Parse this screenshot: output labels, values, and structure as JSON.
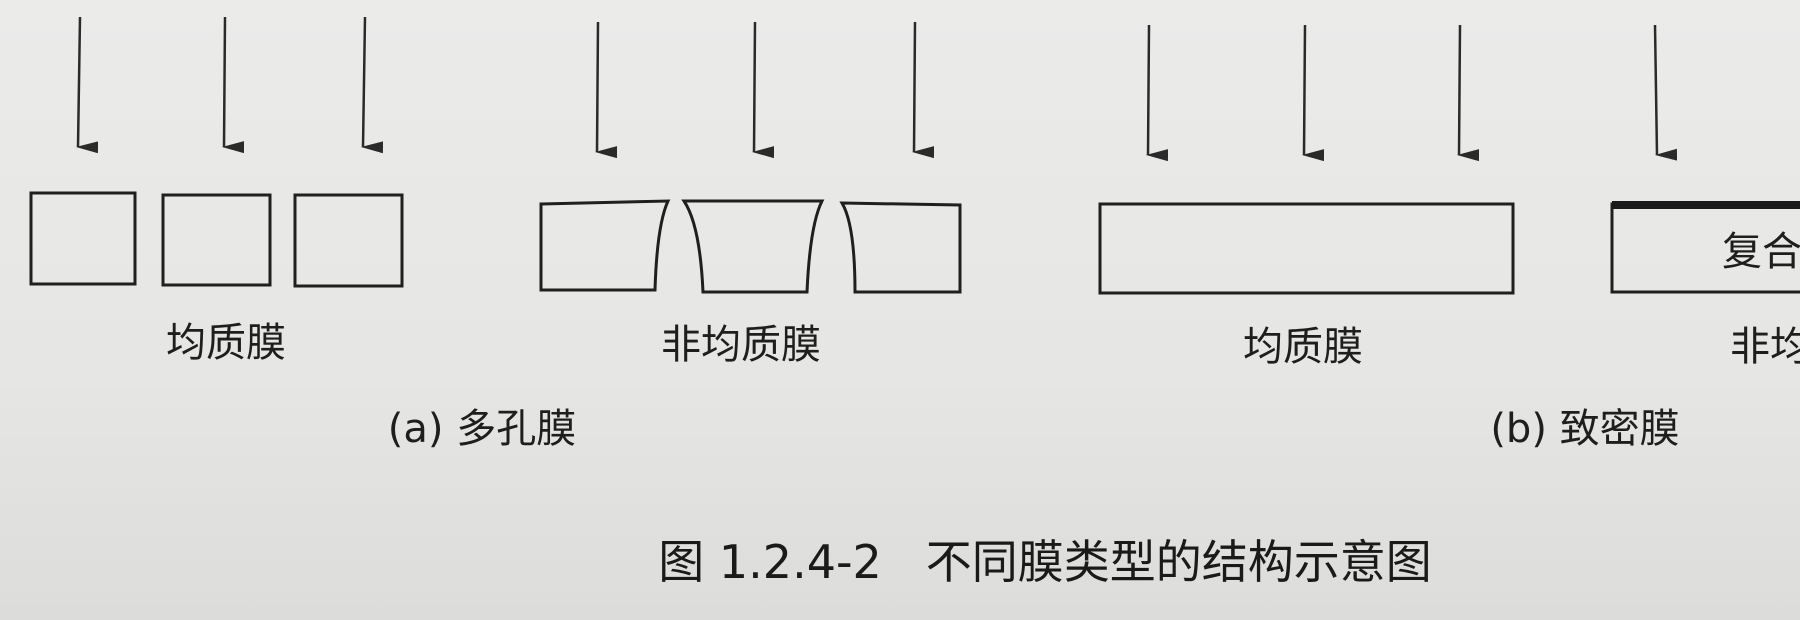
{
  "groups": {
    "porous_homogeneous": "均质膜",
    "porous_heterogeneous": "非均质膜",
    "dense_homogeneous": "均质膜",
    "dense_heterogeneous": "非均",
    "composite_box_label": "复合"
  },
  "subcaptions": {
    "a": "(a) 多孔膜",
    "b": "(b) 致密膜"
  },
  "caption": "图 1.2.4-2   不同膜类型的结构示意图",
  "colors": {
    "ink": "#1f1f1f",
    "paper": "#e8e8e6"
  }
}
